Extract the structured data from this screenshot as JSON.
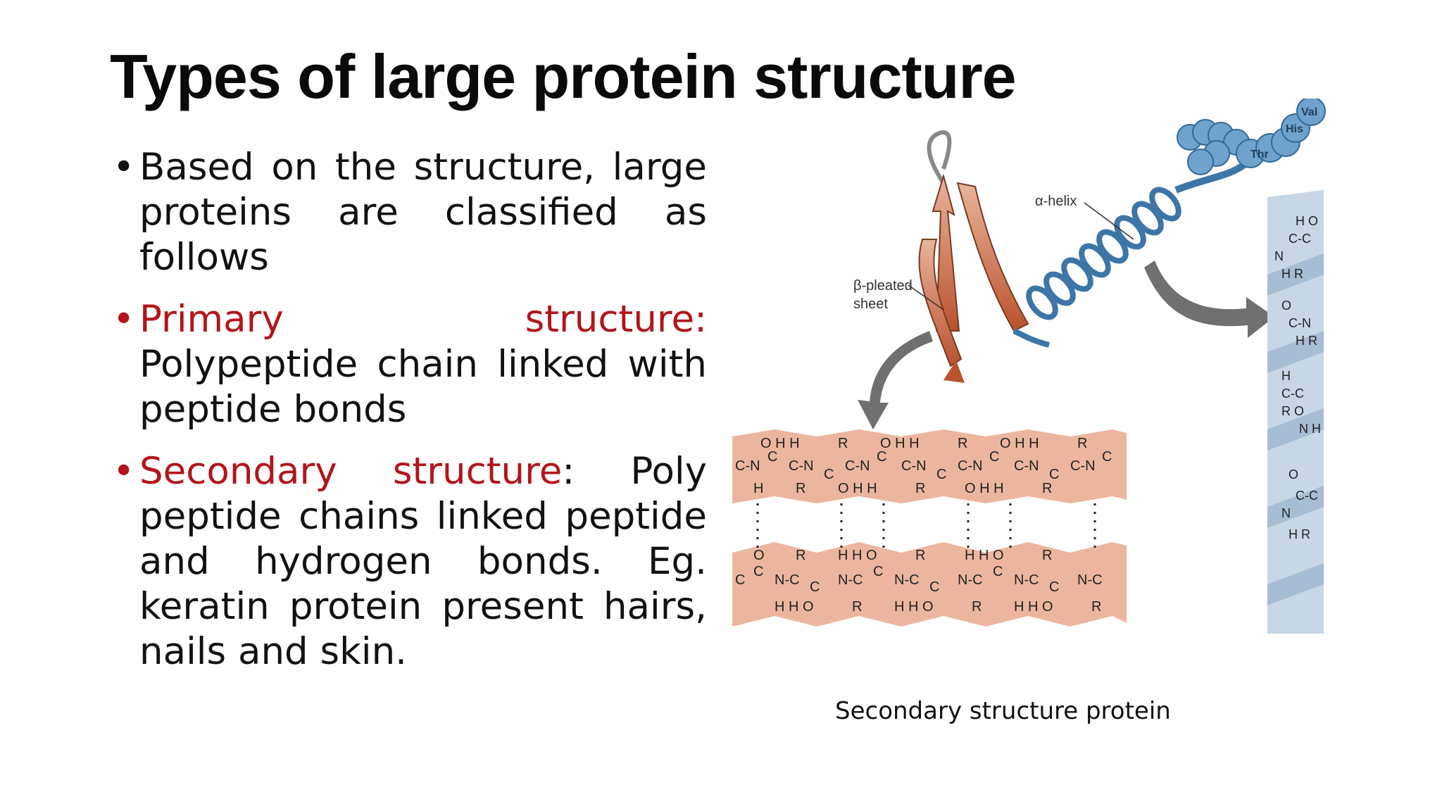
{
  "slide": {
    "title": "Types of large protein structure",
    "bullets": [
      {
        "marker": "•",
        "label": "",
        "text": "Based on the structure, large proteins are classified as follows"
      },
      {
        "marker": "•",
        "label": "Primary structure:",
        "text": "Polypeptide chain linked with peptide bonds"
      },
      {
        "marker": "•",
        "label": "Secondary structure",
        "text": ": Poly peptide chains linked peptide and hydrogen bonds. Eg. keratin protein present hairs, nails and skin."
      }
    ],
    "label_color": "#b3141b"
  },
  "figure": {
    "labels": {
      "helix": "α-helix",
      "sheet_line1": "β-pleated",
      "sheet_line2": "sheet",
      "aa1": "Val",
      "aa2": "His",
      "aa3": "Thr"
    },
    "colors": {
      "sheet": "#e8a58a",
      "helix": "#4f86b5",
      "strand": "#c8653e",
      "arrow": "#707070"
    }
  },
  "caption": "Secondary structure protein"
}
